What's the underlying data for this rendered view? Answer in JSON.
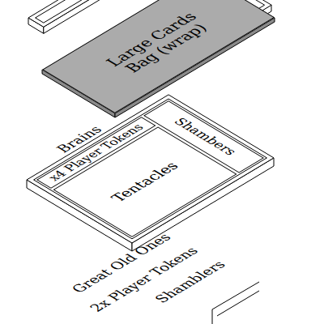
{
  "diagram": {
    "nodes": [
      {
        "text": [
          "Large Cards Bag (wrap)"
        ]
      },
      {
        "text": [
          "x4 Player Tokens"
        ]
      },
      {
        "text": [
          "Shambers"
        ]
      },
      {
        "text": [
          "Tentacles"
        ]
      }
    ],
    "labels": [
      "Brains",
      "Great Old Ones",
      "2x Player Tokens",
      "Shamblers"
    ]
  }
}
